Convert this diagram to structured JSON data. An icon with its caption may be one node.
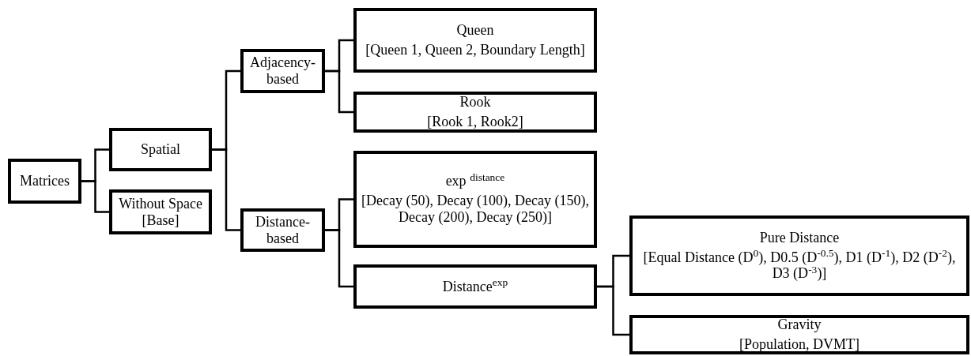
{
  "diagram": {
    "nodes": [
      {
        "text": [
          "Matrices"
        ]
      },
      {
        "text": [
          "Spatial"
        ]
      },
      {
        "text": [
          "Without Space [Base]"
        ]
      },
      {
        "text": [
          "Adjacency-based"
        ]
      },
      {
        "text": [
          "Distance-based"
        ]
      },
      {
        "text": [
          "Queen",
          "[Queen 1, Queen 2, Boundary Length]"
        ]
      },
      {
        "text": [
          "Rook",
          "[Rook 1, Rook2]"
        ]
      },
      {
        "text": [
          "exp $^{distance}$",
          "[Decay (50), Decay (100), Decay (150), Decay (200), Decay (250)]"
        ]
      },
      {
        "text": [
          "Distance$^{exp}$"
        ]
      },
      {
        "text": [
          "Pure Distance",
          "[Equal Distance (D$^{0}$), D0.5 (D$^{-0.5}$), D1 (D$^{-1}$), D2 (D$^{-2}$), D3 (D$^{-3}$)]"
        ]
      },
      {
        "text": [
          "Gravity",
          "[Population, DVMT]"
        ]
      }
    ],
    "edges": [
      {
        "from": 0,
        "to": 1,
        "arrow": "none"
      },
      {
        "from": 0,
        "to": 2,
        "arrow": "none"
      },
      {
        "from": 1,
        "to": 3,
        "arrow": "none"
      },
      {
        "from": 1,
        "to": 4,
        "arrow": "none"
      },
      {
        "from": 3,
        "to": 5,
        "arrow": "none"
      },
      {
        "from": 3,
        "to": 6,
        "arrow": "none"
      },
      {
        "from": 4,
        "to": 7,
        "arrow": "none"
      },
      {
        "from": 4,
        "to": 8,
        "arrow": "none"
      },
      {
        "from": 8,
        "to": 9,
        "arrow": "none"
      },
      {
        "from": 8,
        "to": 10,
        "arrow": "none"
      }
    ]
  }
}
